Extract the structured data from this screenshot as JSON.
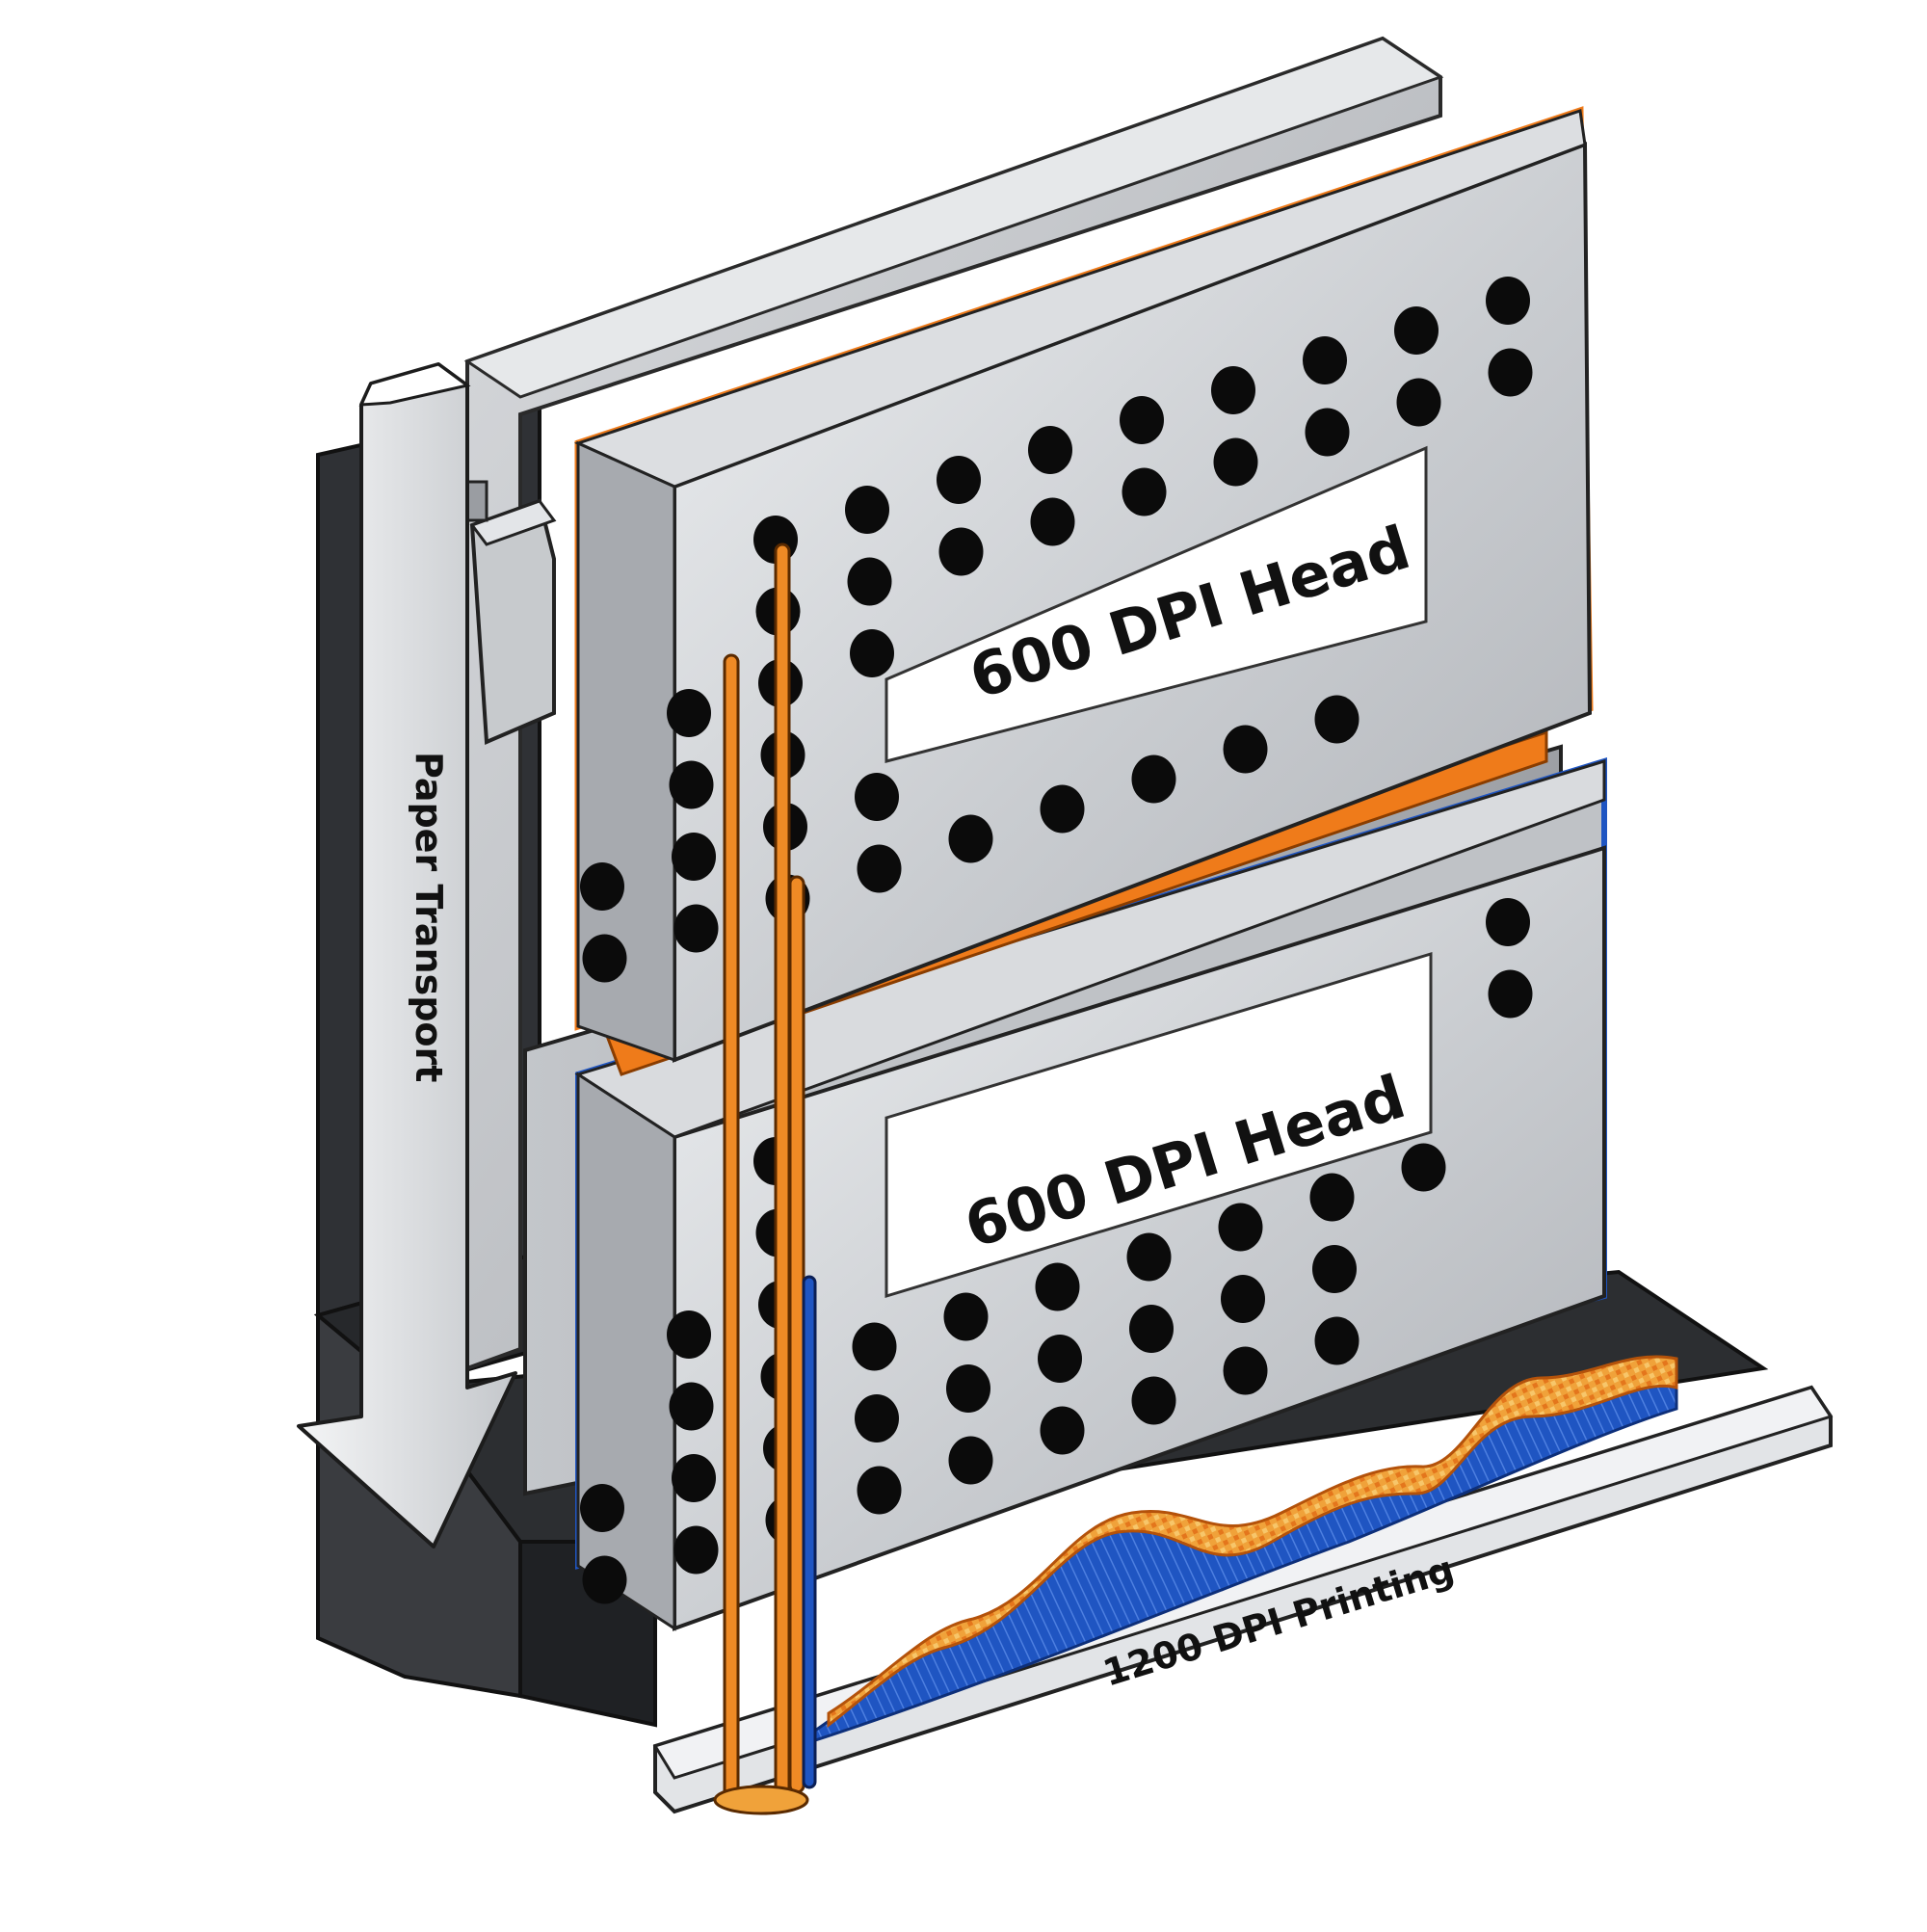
{
  "labels": {
    "top_head": "600 DPI Head",
    "bottom_head": "600 DPI Head",
    "transport": "Paper Transport",
    "output": "1200 DPI Printing"
  },
  "colors": {
    "top_head_accent": "#ef7b1a",
    "bottom_head_accent": "#1f55c2",
    "base_dark": "#2f3135",
    "metal_light": "#e3e5e8",
    "metal_mid": "#b9bcc1",
    "metal_dark": "#8e9197",
    "nozzle": "#0b0b0b"
  },
  "icons": {
    "transport_arrow": "down-arrow-icon"
  }
}
